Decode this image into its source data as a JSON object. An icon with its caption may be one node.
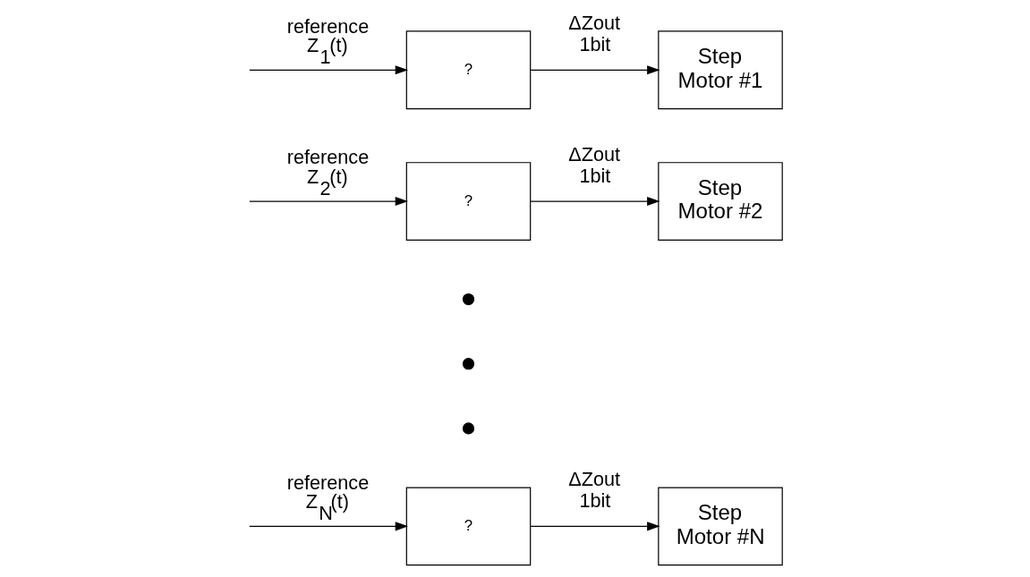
{
  "diagram": {
    "nodes": [
      {
        "text": [
          "?"
        ]
      },
      {
        "text": [
          "Step Motor #1"
        ]
      },
      {
        "text": [
          "?"
        ]
      },
      {
        "text": [
          "Step Motor #2"
        ]
      },
      {
        "text": [],
        "shape": "circle"
      },
      {
        "text": [],
        "shape": "circle"
      },
      {
        "text": [],
        "shape": "circle"
      },
      {
        "text": [
          "?"
        ]
      },
      {
        "text": [
          "Step Motor #N"
        ]
      }
    ],
    "edges": [
      {
        "from": null,
        "to": 0,
        "arrow": "to",
        "label": "reference Z$_{1}$(t)"
      },
      {
        "from": 0,
        "to": 1,
        "arrow": "to",
        "label": "ΔZout 1bit"
      },
      {
        "from": null,
        "to": 2,
        "arrow": "to",
        "label": "reference Z$_{2}$(t)"
      },
      {
        "from": 2,
        "to": 3,
        "arrow": "to",
        "label": "ΔZout 1bit"
      },
      {
        "from": null,
        "to": 7,
        "arrow": "to",
        "label": "reference Z$_{N}$(t)"
      },
      {
        "from": 7,
        "to": 8,
        "arrow": "to",
        "label": "ΔZout 1bit"
      }
    ]
  }
}
